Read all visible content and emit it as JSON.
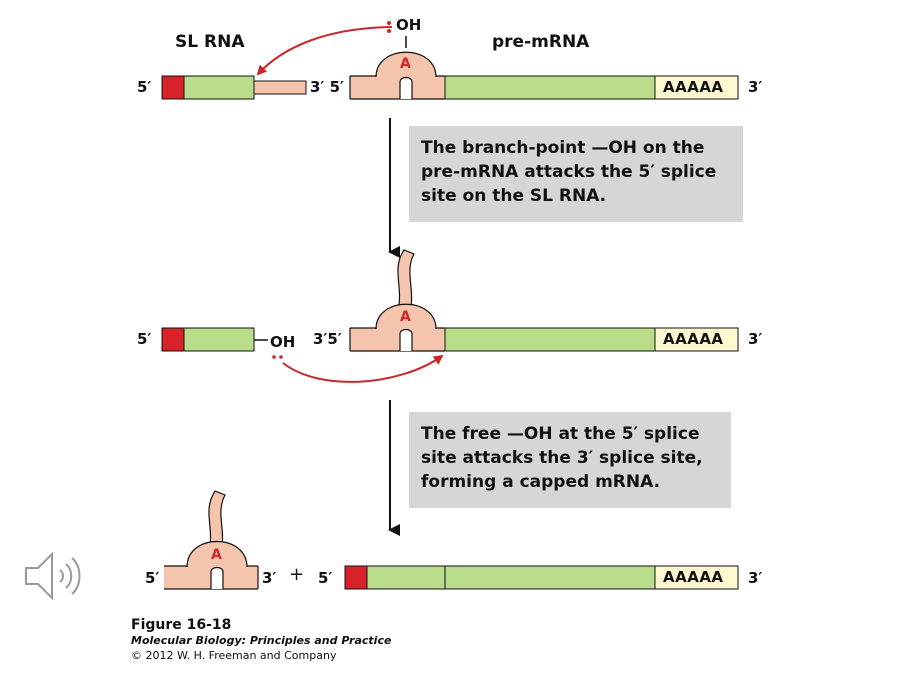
{
  "labels": {
    "sl_rna": "SL RNA",
    "pre_mrna": "pre-mRNA",
    "oh_top": "OH",
    "oh_mid": "OH",
    "five_prime": "5′",
    "three_prime": "3′",
    "three_prime_five_prime": "3′ 5′",
    "three_five_tight": "3′5′",
    "plus": "+",
    "branch_base": "A",
    "poly_a": "AAAAA"
  },
  "steps": [
    {
      "lines": [
        "The branch-point —OH on the",
        "pre-mRNA attacks the 5′ splice",
        "site on the SL RNA."
      ]
    },
    {
      "lines": [
        "The free —OH at the 5′ splice",
        "site attacks the 3′ splice site,",
        "forming a capped mRNA."
      ]
    }
  ],
  "caption": {
    "figure": "Figure 16-18",
    "book": "Molecular Biology: Principles and Practice",
    "copyright": "© 2012 W. H. Freeman and Company"
  },
  "colors": {
    "cap_red": "#d72229",
    "exon_green": "#b8dc8a",
    "intron_pink": "#f4c4ac",
    "polya_cream": "#fdf8d0",
    "arrow_red": "#c8282c",
    "box_gray": "#d6d6d6"
  },
  "icons": {
    "speaker": "speaker-icon"
  }
}
